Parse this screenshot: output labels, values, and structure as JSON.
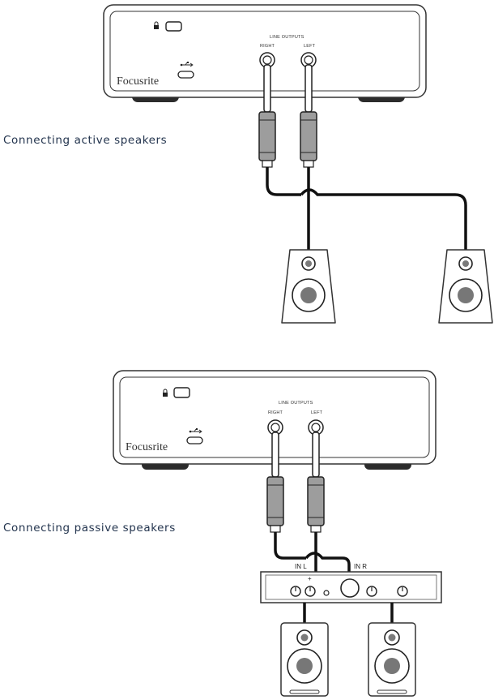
{
  "diagram_top": {
    "caption": "Connecting active speakers",
    "line_outputs_label": "LINE OUTPUTS",
    "right_label": "RIGHT",
    "left_label": "LEFT",
    "brand": "Focusrite"
  },
  "diagram_bottom": {
    "caption": "Connecting passive speakers",
    "line_outputs_label": "LINE OUTPUTS",
    "right_label": "RIGHT",
    "left_label": "LEFT",
    "brand": "Focusrite",
    "amp_in_l_label": "IN L",
    "amp_in_r_label": "IN R",
    "amp_plus_label": "+"
  },
  "icons": [
    "lock-icon",
    "usb-icon"
  ]
}
